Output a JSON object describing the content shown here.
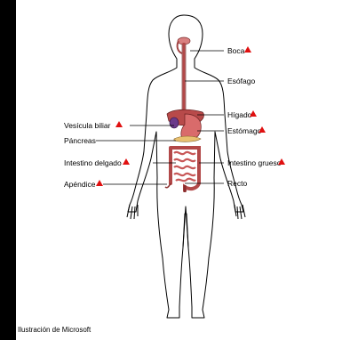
{
  "labels": {
    "boca": "Boca",
    "esofago": "Esófago",
    "higado": "Hígado",
    "estomago": "Estómago",
    "vesicula": "Vesícula biliar",
    "pancreas": "Páncreas",
    "intestino_delgado": "Intestino delgado",
    "intestino_grueso": "Intestino grueso",
    "apendice": "Apéndice",
    "recto": "Recto"
  },
  "credit": "Ilustración de Microsoft",
  "colors": {
    "marker": "#e01010",
    "organ": "#c25a5a",
    "organ_dark": "#7a2a2a",
    "outline": "#000000"
  },
  "icons": {
    "marker": "red-triangle-icon"
  }
}
